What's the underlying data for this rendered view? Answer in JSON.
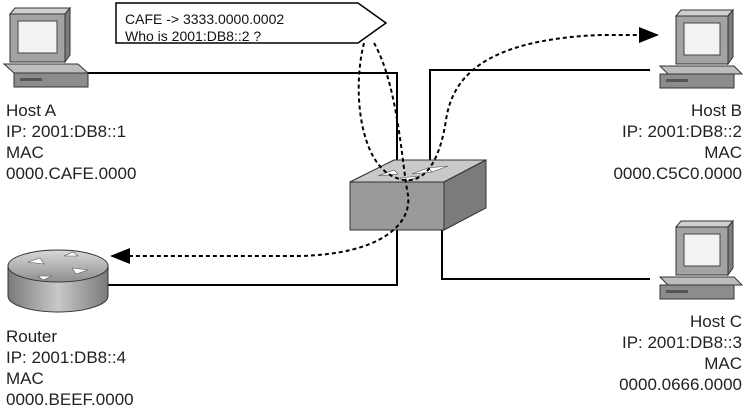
{
  "callout": {
    "line1": "CAFE -> 3333.0000.0002",
    "line2": "Who is 2001:DB8::2 ?"
  },
  "hosts": {
    "host_a": {
      "name": "Host A",
      "ip": "IP: 2001:DB8::1",
      "mac_label": "MAC",
      "mac": "0000.CAFE.0000"
    },
    "host_b": {
      "name": "Host B",
      "ip": "IP: 2001:DB8::2",
      "mac_label": "MAC",
      "mac": "0000.C5C0.0000"
    },
    "host_c": {
      "name": "Host C",
      "ip": "IP: 2001:DB8::3",
      "mac_label": "MAC",
      "mac": "0000.0666.0000"
    },
    "router": {
      "name": "Router",
      "ip": "IP: 2001:DB8::4",
      "mac_label": "MAC",
      "mac": "0000.BEEF.0000"
    }
  },
  "icons": {
    "host_a": "desktop-computer-icon",
    "host_b": "desktop-computer-icon",
    "host_c": "desktop-computer-icon",
    "router": "router-icon",
    "switch": "switch-icon"
  },
  "colors": {
    "device_gray": "#9a9a9a",
    "screen_white": "#f4f4f4",
    "link_line": "#000000"
  }
}
